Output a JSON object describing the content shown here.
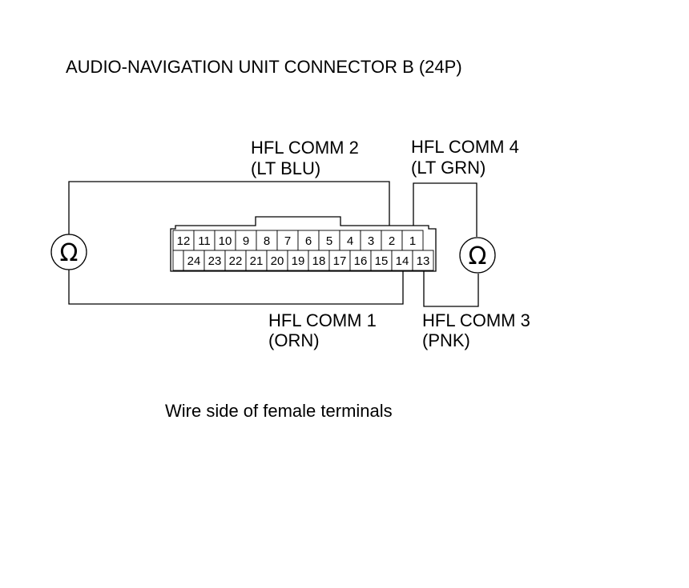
{
  "title": "AUDIO-NAVIGATION UNIT CONNECTOR B (24P)",
  "connector": {
    "top_row": [
      "12",
      "11",
      "10",
      "9",
      "8",
      "7",
      "6",
      "5",
      "4",
      "3",
      "2",
      "1"
    ],
    "bottom_row": [
      "24",
      "23",
      "22",
      "21",
      "20",
      "19",
      "18",
      "17",
      "16",
      "15",
      "14",
      "13"
    ]
  },
  "meters": {
    "left_symbol": "Ω",
    "right_symbol": "Ω"
  },
  "labels": {
    "comm2_name": "HFL COMM 2",
    "comm2_color": "(LT BLU)",
    "comm4_name": "HFL COMM 4",
    "comm4_color": "(LT GRN)",
    "comm1_name": "HFL COMM 1",
    "comm1_color": "(ORN)",
    "comm3_name": "HFL COMM 3",
    "comm3_color": "(PNK)"
  },
  "caption": "Wire side of female terminals"
}
